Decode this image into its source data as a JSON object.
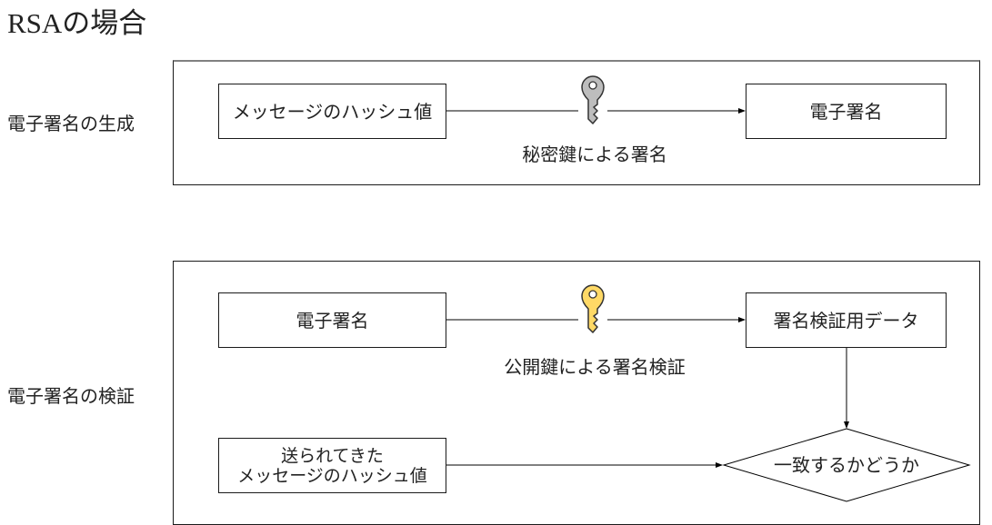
{
  "title": "RSAの場合",
  "sections": [
    {
      "label": "電子署名の生成",
      "nodes": {
        "source": "メッセージのハッシュ値",
        "target": "電子署名"
      },
      "edge_label": "秘密鍵による署名",
      "key_icon": {
        "name": "private-key-icon",
        "color": "#bdbdbd"
      }
    },
    {
      "label": "電子署名の検証",
      "nodes": {
        "source": "電子署名",
        "target": "署名検証用データ",
        "received_hash": "送られてきた\nメッセージのハッシュ値",
        "decision": "一致するかどうか"
      },
      "edge_label": "公開鍵による署名検証",
      "key_icon": {
        "name": "public-key-icon",
        "color": "#ffd966"
      }
    }
  ]
}
